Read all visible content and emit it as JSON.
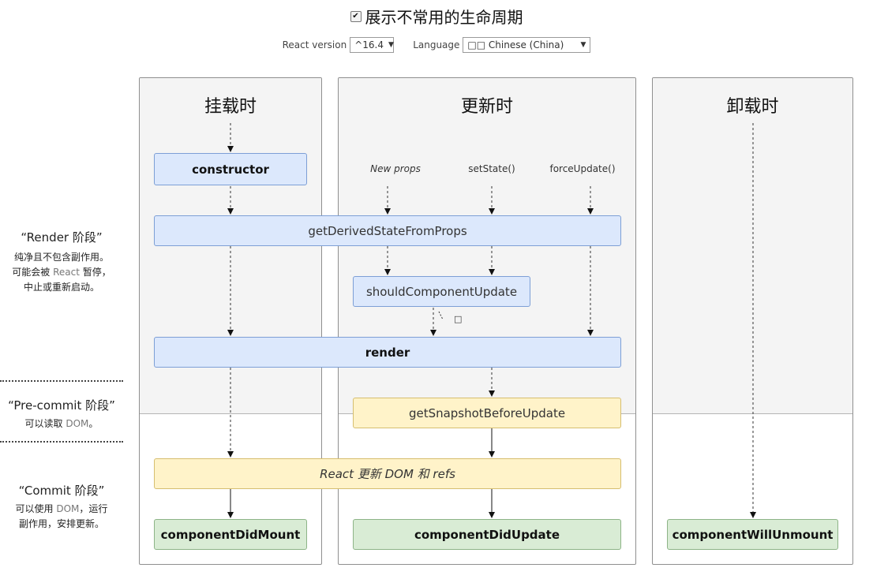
{
  "header": {
    "toggle_checked": true,
    "toggle_label": "展示不常用的生命周期",
    "react_version_label": "React version",
    "react_version_value": "^16.4",
    "language_label": "Language",
    "language_value": "□□ Chinese (China)"
  },
  "columns": {
    "mounting": "挂载时",
    "updating": "更新时",
    "unmounting": "卸载时"
  },
  "phases": {
    "render": {
      "title": "“Render 阶段”",
      "line1": "纯净且不包含副作用。",
      "line2_a": "可能会被 ",
      "line2_react": "React",
      "line2_b": " 暂停，",
      "line3": "中止或重新启动。"
    },
    "precommit": {
      "title": "“Pre-commit 阶段”",
      "line1_a": "可以读取 ",
      "line1_dom": "DOM",
      "line1_b": "。"
    },
    "commit": {
      "title": "“Commit 阶段”",
      "line1_a": "可以使用 ",
      "line1_dom": "DOM",
      "line1_b": "，运行",
      "line2": "副作用，安排更新。"
    }
  },
  "triggers": {
    "new_props": "New props",
    "set_state": "setState()",
    "force_update": "forceUpdate()"
  },
  "boxes": {
    "constructor": "constructor",
    "get_derived": "getDerivedStateFromProps",
    "should_update": "shouldComponentUpdate",
    "render": "render",
    "get_snapshot": "getSnapshotBeforeUpdate",
    "react_updates": "React 更新 DOM 和 refs",
    "did_mount": "componentDidMount",
    "did_update": "componentDidUpdate",
    "will_unmount": "componentWillUnmount"
  },
  "should_update_branch_label": "□",
  "colors": {
    "render_phase_box": "#dce8fc",
    "precommit_box": "#fff3c9",
    "commit_box": "#d9ecd5"
  }
}
